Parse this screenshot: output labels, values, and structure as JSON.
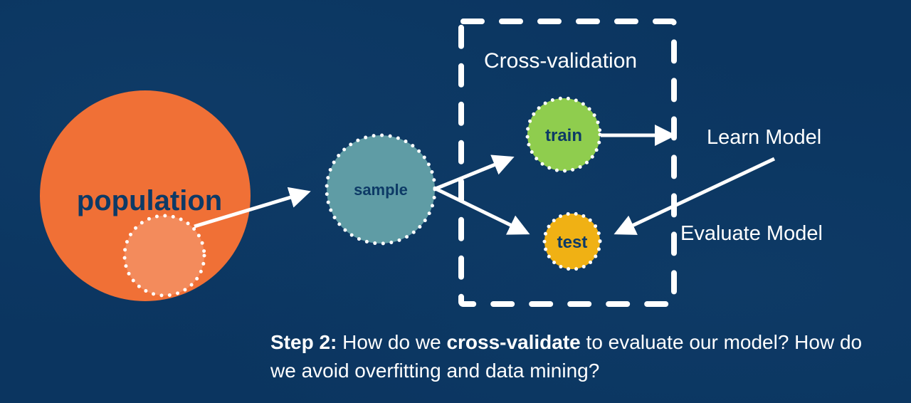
{
  "diagram": {
    "nodes": {
      "population": {
        "label": "population",
        "color": "#f07036"
      },
      "population_subset": {
        "label": "",
        "color": "#f38b5c"
      },
      "sample": {
        "label": "sample",
        "color": "#5f9ca5"
      },
      "train": {
        "label": "train",
        "color": "#8fcd4e"
      },
      "test": {
        "label": "test",
        "color": "#f0b114"
      }
    },
    "group": {
      "label": "Cross-validation"
    },
    "outputs": {
      "learn": "Learn Model",
      "evaluate": "Evaluate Model"
    },
    "colors": {
      "background": "#0b3560",
      "node_text": "#0d3a66",
      "line": "#ffffff"
    }
  },
  "caption": {
    "step_label": "Step 2:",
    "text_1": " How do we ",
    "bold_term": "cross-validate",
    "text_2": " to evaluate our model? How do we avoid overfitting and data mining?"
  }
}
